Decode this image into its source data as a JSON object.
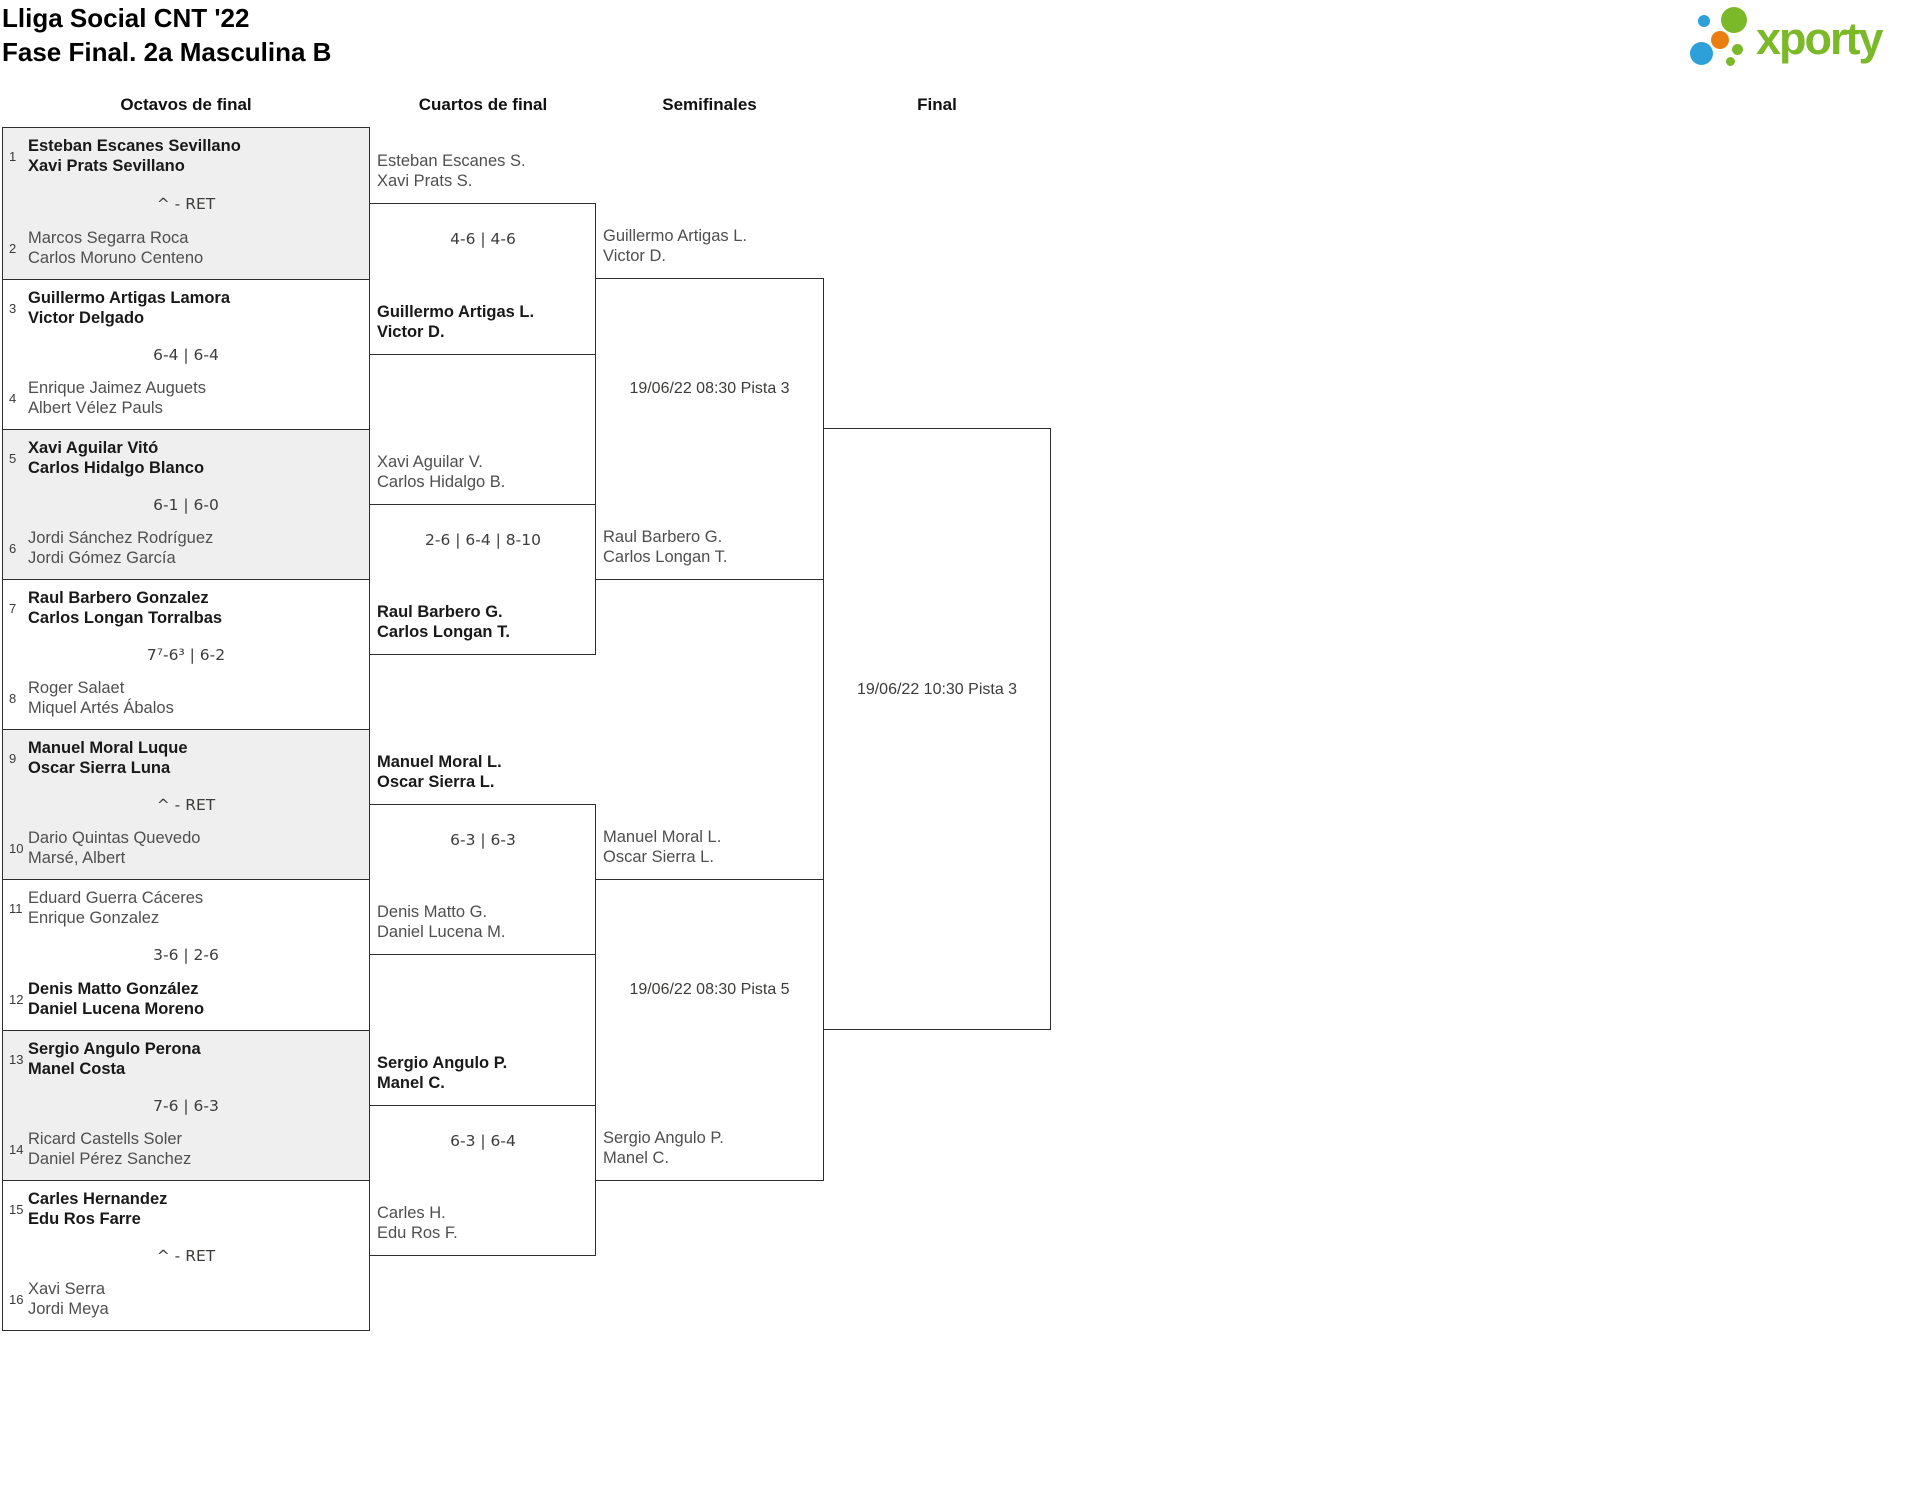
{
  "title": {
    "line1": "Lliga Social CNT '22",
    "line2": "Fase Final. 2a Masculina B"
  },
  "logo": {
    "text": "xporty",
    "colors": {
      "green": "#7cb929",
      "blue": "#2da0da",
      "orange": "#e97d10"
    }
  },
  "columns": [
    "Octavos de final",
    "Cuartos de final",
    "Semifinales",
    "Final"
  ],
  "octavos": [
    {
      "seed1": "1",
      "p1": [
        "Esteban Escanes Sevillano",
        "Xavi Prats Sevillano"
      ],
      "winner": "p1",
      "score": "^ - RET",
      "seed2": "2",
      "p2": [
        "Marcos Segarra Roca",
        "Carlos Moruno Centeno"
      ]
    },
    {
      "seed1": "3",
      "p1": [
        "Guillermo Artigas Lamora",
        "Victor Delgado"
      ],
      "winner": "p1",
      "score": "6-4 | 6-4",
      "seed2": "4",
      "p2": [
        "Enrique Jaimez Auguets",
        "Albert Vélez Pauls"
      ]
    },
    {
      "seed1": "5",
      "p1": [
        "Xavi Aguilar Vitó",
        "Carlos Hidalgo Blanco"
      ],
      "winner": "p1",
      "score": "6-1 | 6-0",
      "seed2": "6",
      "p2": [
        "Jordi Sánchez Rodríguez",
        "Jordi Gómez García"
      ]
    },
    {
      "seed1": "7",
      "p1": [
        "Raul Barbero Gonzalez",
        "Carlos Longan Torralbas"
      ],
      "winner": "p1",
      "score": "7⁷-6³ | 6-2",
      "seed2": "8",
      "p2": [
        "Roger Salaet",
        "Miquel Artés Ábalos"
      ]
    },
    {
      "seed1": "9",
      "p1": [
        "Manuel Moral Luque",
        "Oscar Sierra Luna"
      ],
      "winner": "p1",
      "score": "^ - RET",
      "seed2": "10",
      "p2": [
        "Dario Quintas Quevedo",
        "Marsé, Albert"
      ]
    },
    {
      "seed1": "11",
      "p1": [
        "Eduard Guerra Cáceres",
        "Enrique Gonzalez"
      ],
      "winner": "p2",
      "score": "3-6 | 2-6",
      "seed2": "12",
      "p2": [
        "Denis Matto González",
        "Daniel Lucena Moreno"
      ]
    },
    {
      "seed1": "13",
      "p1": [
        "Sergio Angulo Perona",
        "Manel Costa"
      ],
      "winner": "p1",
      "score": "7-6 | 6-3",
      "seed2": "14",
      "p2": [
        "Ricard Castells Soler",
        "Daniel Pérez Sanchez"
      ]
    },
    {
      "seed1": "15",
      "p1": [
        "Carles Hernandez",
        "Edu Ros Farre"
      ],
      "winner": "p1",
      "score": "^ - RET",
      "seed2": "16",
      "p2": [
        "Xavi Serra",
        "Jordi Meya"
      ]
    }
  ],
  "cuartos": [
    {
      "pA": [
        "Esteban Escanes S.",
        "Xavi Prats S."
      ],
      "pB": [
        "Guillermo Artigas L.",
        "Victor D."
      ],
      "winner": "pB",
      "score": "4-6 | 4-6"
    },
    {
      "pA": [
        "Xavi Aguilar V.",
        "Carlos Hidalgo B."
      ],
      "pB": [
        "Raul Barbero G.",
        "Carlos Longan T."
      ],
      "winner": "pB",
      "score": "2-6 | 6-4 | 8-10"
    },
    {
      "pA": [
        "Manuel Moral L.",
        "Oscar Sierra L."
      ],
      "pB": [
        "Denis Matto G.",
        "Daniel Lucena M."
      ],
      "winner": "pA",
      "score": "6-3 | 6-3"
    },
    {
      "pA": [
        "Sergio Angulo P.",
        "Manel C."
      ],
      "pB": [
        "Carles H.",
        "Edu Ros F."
      ],
      "winner": "pA",
      "score": "6-3 | 6-4"
    }
  ],
  "semifinales": [
    {
      "pA": [
        "Guillermo Artigas L.",
        "Victor D."
      ],
      "pB": [
        "Raul Barbero G.",
        "Carlos Longan T."
      ],
      "schedule": "19/06/22 08:30 Pista 3"
    },
    {
      "pA": [
        "Manuel Moral L.",
        "Oscar Sierra L."
      ],
      "pB": [
        "Sergio Angulo P.",
        "Manel C."
      ],
      "schedule": "19/06/22 08:30 Pista 5"
    }
  ],
  "final": {
    "schedule": "19/06/22 10:30 Pista 3"
  }
}
